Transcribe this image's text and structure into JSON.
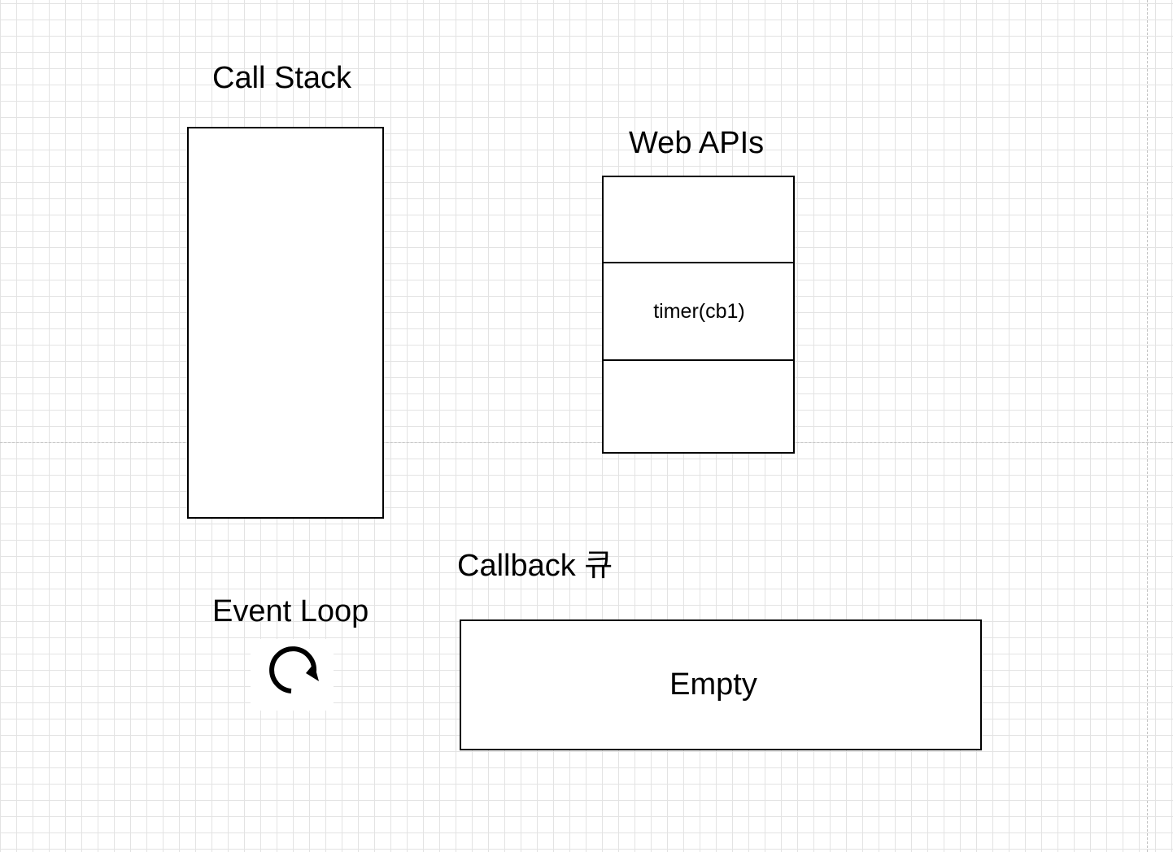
{
  "diagram": {
    "call_stack": {
      "title": "Call Stack"
    },
    "web_apis": {
      "title": "Web APIs",
      "slots": [
        "",
        "timer(cb1)",
        ""
      ]
    },
    "callback_queue": {
      "title": "Callback 큐",
      "content": "Empty"
    },
    "event_loop": {
      "title": "Event Loop",
      "icon": "refresh-loop-icon"
    }
  }
}
